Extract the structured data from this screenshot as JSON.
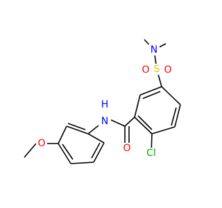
{
  "colors": {
    "bond": "#000000",
    "nitrogen": "#0000ff",
    "oxygen": "#ff0000",
    "sulfur": "#cccc00",
    "chlorine": "#00aa00"
  },
  "atoms": {
    "n_sulfonamide": "N",
    "s_sulfonyl": "S",
    "o_sulfonyl_left": "O",
    "o_sulfonyl_right": "O",
    "nh_amide": "H",
    "n_amide": "N",
    "o_amide": "O",
    "cl": "Cl",
    "o_methoxy": "O"
  }
}
